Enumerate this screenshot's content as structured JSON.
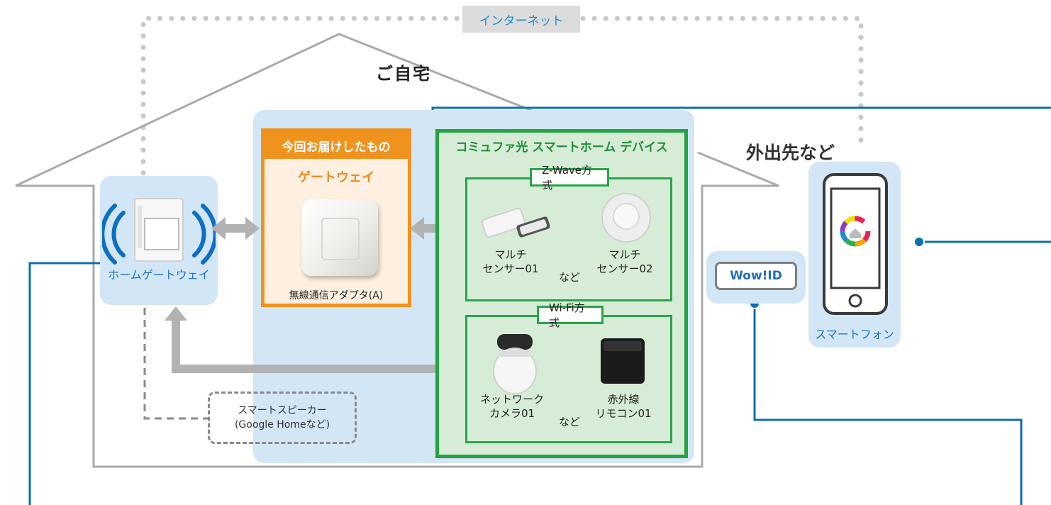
{
  "internet_label": "インターネット",
  "home": {
    "title": "ご自宅"
  },
  "outside": {
    "title": "外出先など"
  },
  "home_gateway": {
    "label": "ホームゲートウェイ"
  },
  "delivered": {
    "header": "今回お届けしたもの",
    "subtitle": "ゲートウェイ",
    "caption": "無線通信アダプタ(A)"
  },
  "devices": {
    "header": "コミュファ光 スマートホーム デバイス",
    "zwave": {
      "title": "Z-Wave方式",
      "items": [
        {
          "line1": "マルチ",
          "line2": "センサー01"
        },
        {
          "line1": "マルチ",
          "line2": "センサー02"
        }
      ],
      "etc": "など"
    },
    "wifi": {
      "title": "Wi-Fi方式",
      "items": [
        {
          "line1": "ネットワーク",
          "line2": "カメラ01"
        },
        {
          "line1": "赤外線",
          "line2": "リモコン01"
        }
      ],
      "etc": "など"
    }
  },
  "speaker": {
    "line1": "スマートスピーカー",
    "line2": "(Google Homeなど)"
  },
  "wow_id": {
    "label": "Wow!ID"
  },
  "smartphone": {
    "label": "スマートフォン"
  },
  "colors": {
    "accent_blue": "#0d6eb0",
    "orange": "#f0931e",
    "green": "#23a341",
    "panel_blue": "#d3e6f6"
  }
}
